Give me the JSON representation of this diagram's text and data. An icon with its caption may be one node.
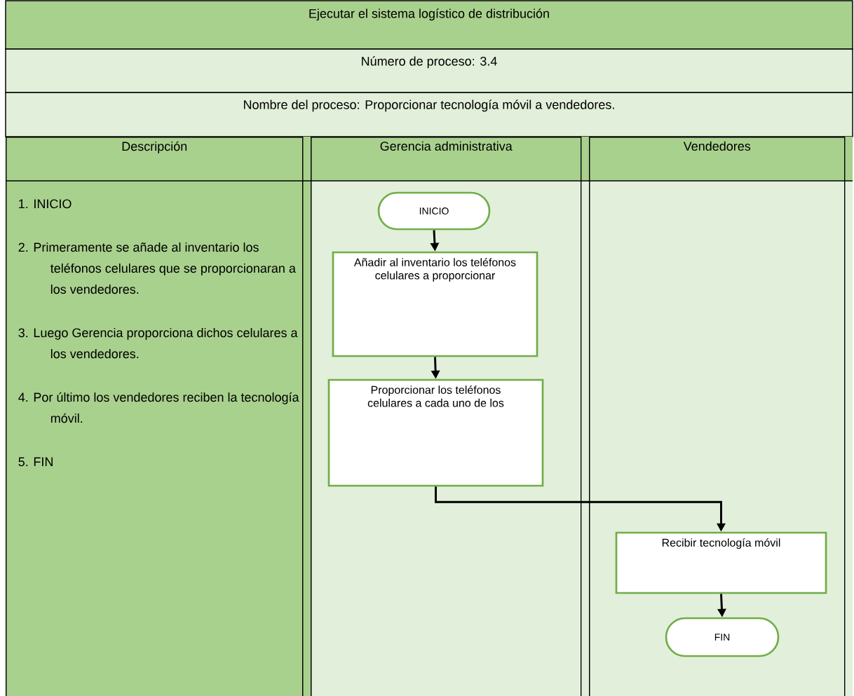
{
  "diagram": {
    "title": "Ejecutar el sistema logístico de distribución",
    "nodes": [
      {
        "text": [
          "Descripción",
          "1. INICIO",
          "2. Primeramente se añade al inventario los teléfonos celulares que se proporcionaran a los vendedores.",
          "3. Luego Gerencia proporciona dichos celulares a los vendedores.",
          "4. Por último los vendedores reciben la tecnología móvil.",
          "5. FIN"
        ]
      },
      {
        "text": [
          "Gerencia administrativa"
        ]
      },
      {
        "text": [
          "Vendedores"
        ]
      },
      {
        "text": [
          "INICIO"
        ],
        "in": 1
      },
      {
        "text": [
          "Añadir al inventario los teléfonos celulares a proporcionar"
        ],
        "in": 1
      },
      {
        "text": [
          "Proporcionar los teléfonos celulares a cada uno de los"
        ],
        "in": 1
      },
      {
        "text": [
          "Recibir tecnología móvil"
        ],
        "in": 2
      },
      {
        "text": [
          "FIN"
        ],
        "in": 2
      }
    ],
    "edges": [
      {
        "from": 3,
        "to": 4,
        "arrow": "to"
      },
      {
        "from": 4,
        "to": 5,
        "arrow": "to"
      },
      {
        "from": 5,
        "to": 6,
        "arrow": "to"
      },
      {
        "from": 6,
        "to": 7,
        "arrow": "to"
      }
    ],
    "labels": [
      "Número de proceso: 3.4",
      "Nombre del proceso: Proporcionar tecnología móvil a vendedores."
    ]
  }
}
